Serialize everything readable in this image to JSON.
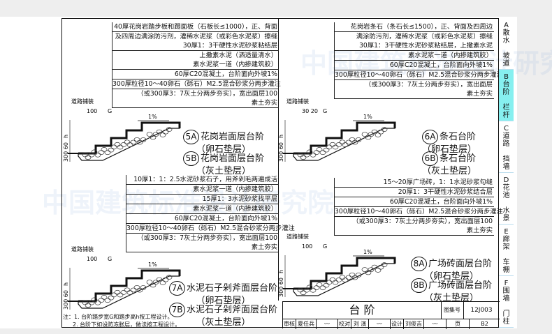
{
  "panels": [
    {
      "id": "p1",
      "layers": [
        [
          "40厚花岗岩踏步板和踢面板（石板长≤1000），正、背面"
        ],
        [
          "及四周边满涂防污剂，灌稀水泥浆（或彩色水泥浆）擦缝",
          "30厚1：3干硬性水泥砂浆粘结层"
        ],
        [
          "上撒素水泥（洒适量清水）",
          "素水泥浆一道（内掺建筑胶）"
        ],
        [
          "60厚C20混凝土，台阶面向外坡1%"
        ],
        [
          "300厚粒径10～40卵石（砾石）M2.5混合砂浆分两步灌注"
        ],
        [
          "（或300厚3：7灰土分两步夯实），宽出面层100",
          "素土夯实"
        ]
      ],
      "labels": [
        {
          "code": "5A",
          "name": "花岗岩面层台阶",
          "sub": "（卵石垫层）"
        },
        {
          "code": "5B",
          "name": "花岗岩面层台阶",
          "sub": "（灰土垫层）"
        }
      ],
      "dims": {
        "road": "道路铺装",
        "w": "100",
        "g": "G",
        "slope": "1%",
        "h": "h",
        "base": "300 60"
      }
    },
    {
      "id": "p2",
      "layers": [
        [
          "花岗岩条石（条石长≤1500），正、背面及四周边"
        ],
        [
          "满涂防污剂，灌稀水泥浆（或彩色水泥浆）擦缝",
          "30厚1：3干硬性水泥砂浆粘结层，上撒素水泥"
        ],
        [
          "素水泥浆一道（内掺建筑胶）"
        ],
        [
          "60厚C20混凝土，台阶面向外坡1%"
        ],
        [
          "300厚粒径10～40卵石（砾石）M2.5混合砂浆分两步灌注"
        ],
        [
          "（或300厚3：7灰土分两步夯实），宽出面层",
          "素土夯实"
        ]
      ],
      "labels": [
        {
          "code": "6A",
          "name": "条石台阶",
          "sub": "（卵石垫层）"
        },
        {
          "code": "6B",
          "name": "条石台阶",
          "sub": "（灰土垫层）"
        }
      ],
      "dims": {
        "road": "道路铺装",
        "w": "30 20",
        "g": "G",
        "slope": "1%",
        "h": "h",
        "base": "300 60"
      }
    },
    {
      "id": "p3",
      "layers": [
        [
          "10厚1：1：2.5水泥砂浆石子，用斧剁毛两遍成活"
        ],
        [
          "素水泥浆一道（内掺建筑胶）"
        ],
        [
          "15厚1：3水泥砂浆找平层"
        ],
        [
          "素水泥浆一道（内掺建筑胶）"
        ],
        [
          "60厚C20混凝土，台阶面向外坡1%"
        ],
        [
          "300厚粒径10～40卵石（砾石）M2.5混合砂浆分两步灌注"
        ],
        [
          "（或300厚3：7灰土分两步夯实），宽出面层100",
          "素土夯实"
        ]
      ],
      "labels": [
        {
          "code": "7A",
          "name": "水泥石子剁斧面层台阶",
          "sub": "（卵石垫层）"
        },
        {
          "code": "7B",
          "name": "水泥石子剁斧面层台阶",
          "sub": "（灰土垫层）"
        }
      ],
      "dims": {
        "road": "道路铺装",
        "w": "100",
        "g": "G",
        "slope": "1%",
        "h": "h",
        "base": "300 60"
      }
    },
    {
      "id": "p4",
      "layers": [
        [
          "15～20厚广场砖，1：1水泥砂浆勾缝"
        ],
        [
          "20厚1：3干硬性水泥砂浆结合层"
        ],
        [
          "60厚C20混凝土，台阶面向外坡1%"
        ],
        [
          "300厚粒径10～40卵石（砾石）M2.5混合砂浆分两步灌注"
        ],
        [
          "（或300厚3：7灰土分两步夯实），宽出面层100",
          "素土夯实"
        ]
      ],
      "labels": [
        {
          "code": "8A",
          "name": "广场砖面层台阶",
          "sub": "（卵石垫层）"
        },
        {
          "code": "8B",
          "name": "广场砖面层台阶",
          "sub": "（灰土垫层）"
        }
      ],
      "dims": {
        "road": "道路铺装",
        "w": "100",
        "g": "G",
        "slope": "1%",
        "h": "h",
        "base": "300 60"
      }
    }
  ],
  "notes": [
    "注：1. 台阶踏步宽G和踏步高h按工程设计。",
    "2. 台阶下如设防冻胀层，做法按工程设计。"
  ],
  "title_block": {
    "title": "台  阶",
    "atlas_label": "图集号",
    "atlas_no": "12J003",
    "review_label": "审核",
    "reviewer": "夏任兵",
    "check_label": "校对",
    "checker": "刘 演",
    "design_label": "设计",
    "designer": "刘俊吉",
    "page_label": "页",
    "page_no": "B2"
  },
  "tabs": [
    {
      "letter": "A",
      "text": "散水\n\n坡道"
    },
    {
      "letter": "B",
      "text": "台阶\n\n栏杆",
      "active": true
    },
    {
      "letter": "C",
      "text": "道路\n\n挡墙"
    },
    {
      "letter": "D",
      "text": "花池\n\n水景"
    },
    {
      "letter": "E",
      "text": "廊架\n\n车棚"
    },
    {
      "letter": "F",
      "text": "围墙\n\n门柱"
    }
  ],
  "watermark": "中国建筑标准设计研究院",
  "colors": {
    "active_tab": "#86f0f0"
  }
}
